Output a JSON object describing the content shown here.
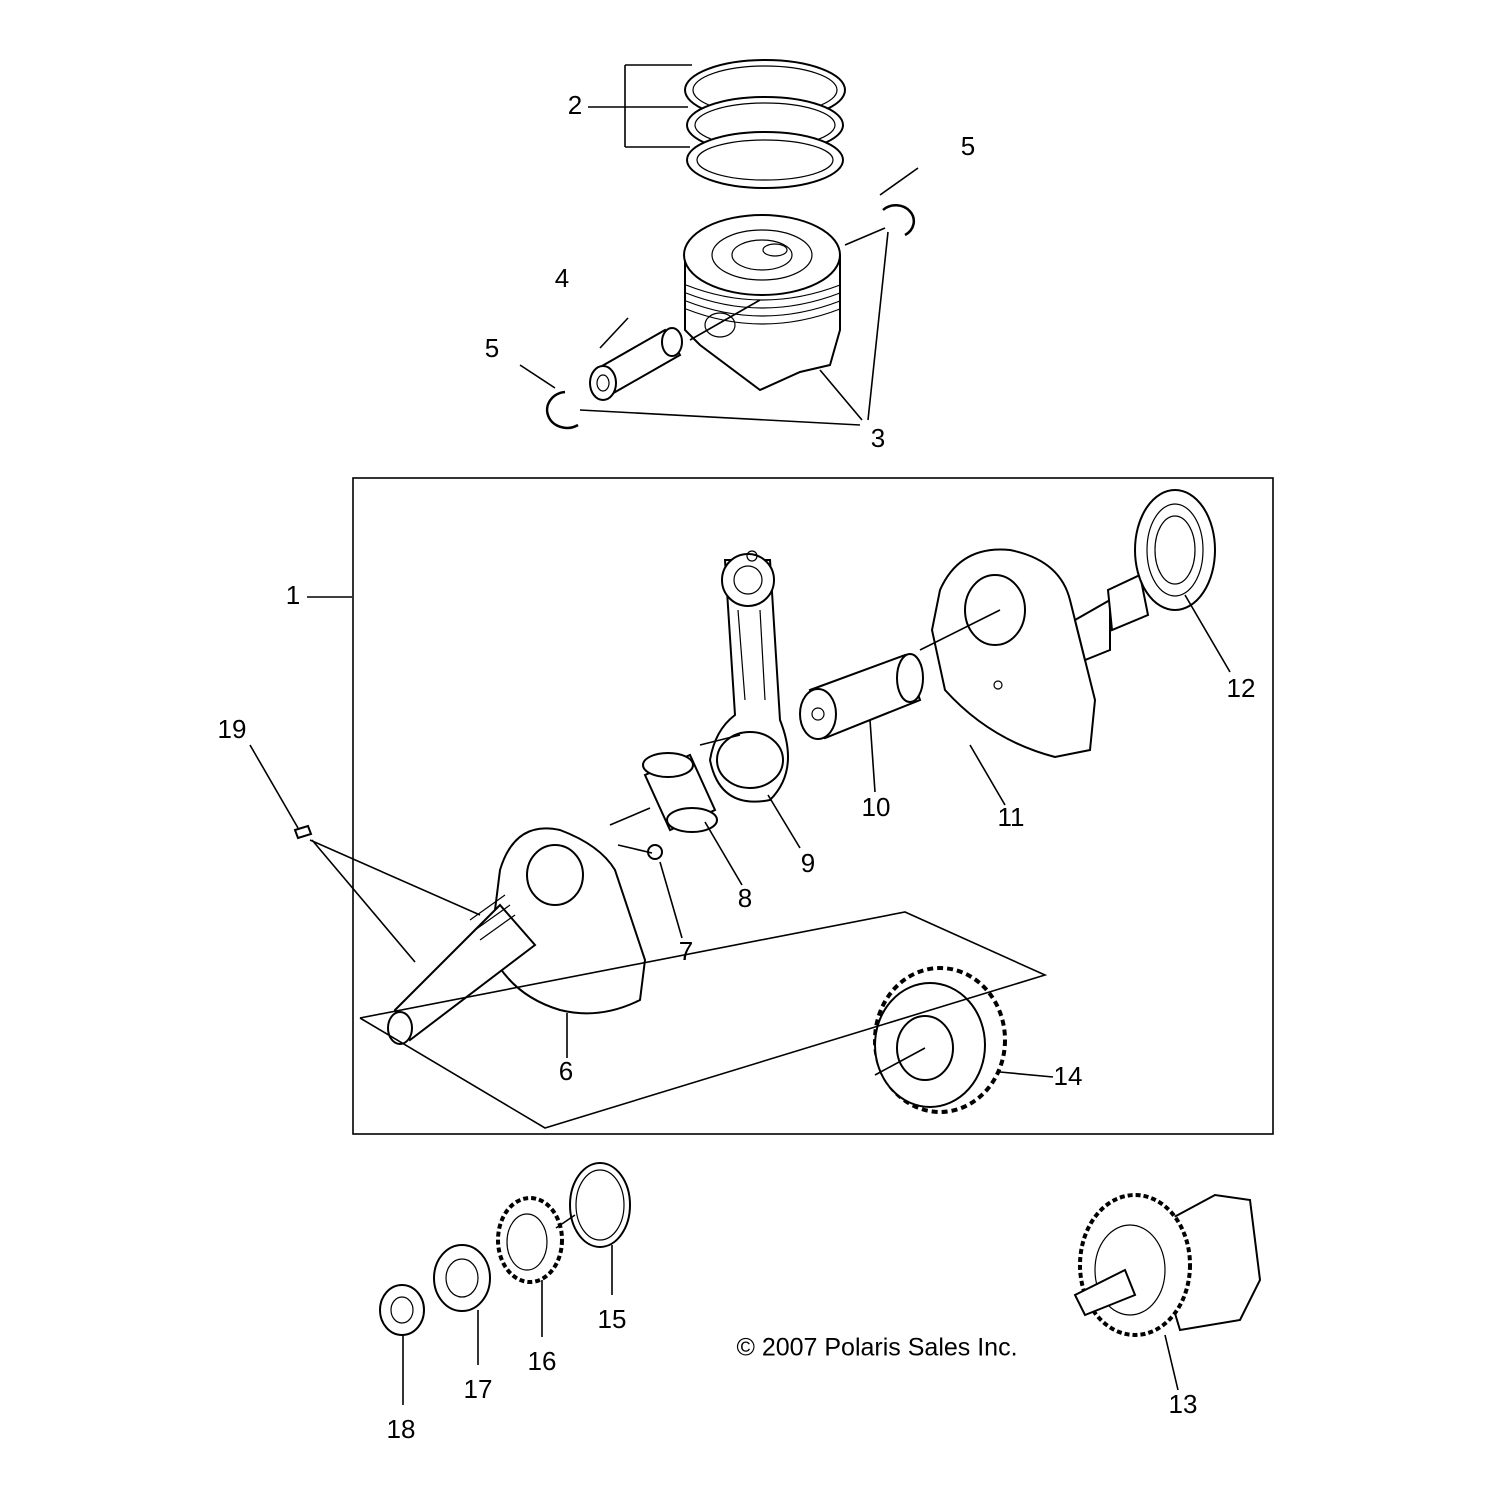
{
  "diagram": {
    "copyright": "© 2007 Polaris Sales Inc.",
    "callouts": {
      "c1": "1",
      "c2": "2",
      "c3": "3",
      "c4": "4",
      "c5a": "5",
      "c5b": "5",
      "c6": "6",
      "c7": "7",
      "c8": "8",
      "c9": "9",
      "c10": "10",
      "c11": "11",
      "c12": "12",
      "c13": "13",
      "c14": "14",
      "c15": "15",
      "c16": "16",
      "c17": "17",
      "c18": "18",
      "c19": "19"
    }
  }
}
